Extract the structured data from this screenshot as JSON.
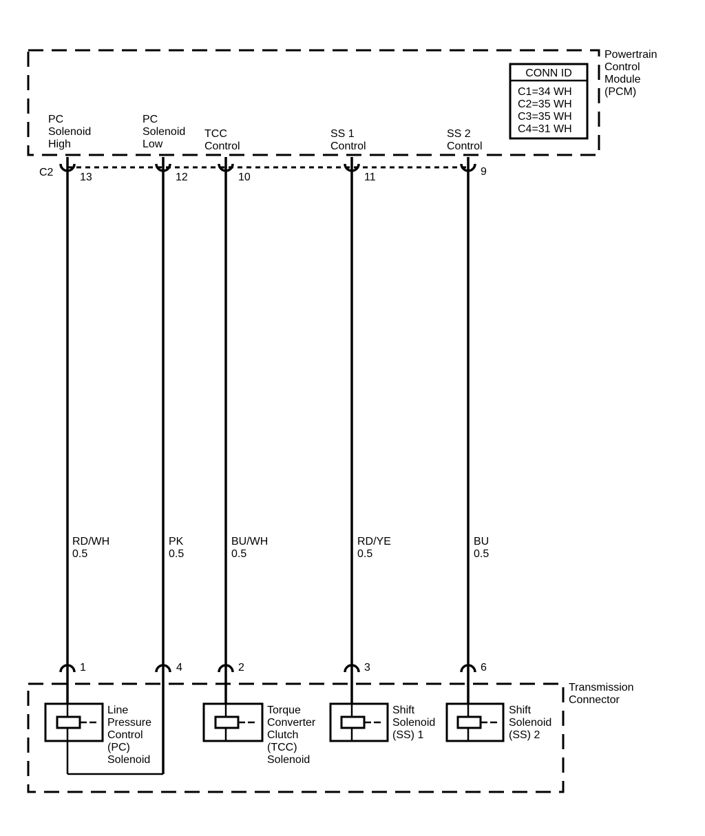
{
  "pcm": {
    "title_lines": [
      "Powertrain",
      "Control",
      "Module",
      "(PCM)"
    ],
    "conn_id": {
      "header": "CONN ID",
      "rows": [
        "C1=34 WH",
        "C2=35 WH",
        "C3=35 WH",
        "C4=31 WH"
      ]
    },
    "connector_label": "C2"
  },
  "circuits": [
    {
      "pcm_label": [
        "PC",
        "Solenoid",
        "High"
      ],
      "pcm_pin": "13",
      "wire_color": "RD/WH",
      "wire_gauge": "0.5",
      "trans_pin": "1"
    },
    {
      "pcm_label": [
        "PC",
        "Solenoid",
        "Low"
      ],
      "pcm_pin": "12",
      "wire_color": "PK",
      "wire_gauge": "0.5",
      "trans_pin": "4"
    },
    {
      "pcm_label": [
        "TCC",
        "Control"
      ],
      "pcm_pin": "10",
      "wire_color": "BU/WH",
      "wire_gauge": "0.5",
      "trans_pin": "2"
    },
    {
      "pcm_label": [
        "SS 1",
        "Control"
      ],
      "pcm_pin": "11",
      "wire_color": "RD/YE",
      "wire_gauge": "0.5",
      "trans_pin": "3"
    },
    {
      "pcm_label": [
        "SS 2",
        "Control"
      ],
      "pcm_pin": "9",
      "wire_color": "BU",
      "wire_gauge": "0.5",
      "trans_pin": "6"
    }
  ],
  "transmission": {
    "title_lines": [
      "Transmission",
      "Connector"
    ],
    "solenoids": [
      {
        "label_lines": [
          "Line",
          "Pressure",
          "Control",
          "(PC)",
          "Solenoid"
        ]
      },
      {
        "label_lines": [
          "Torque",
          "Converter",
          "Clutch",
          "(TCC)",
          "Solenoid"
        ]
      },
      {
        "label_lines": [
          "Shift",
          "Solenoid",
          "(SS) 1"
        ]
      },
      {
        "label_lines": [
          "Shift",
          "Solenoid",
          "(SS) 2"
        ]
      }
    ]
  }
}
